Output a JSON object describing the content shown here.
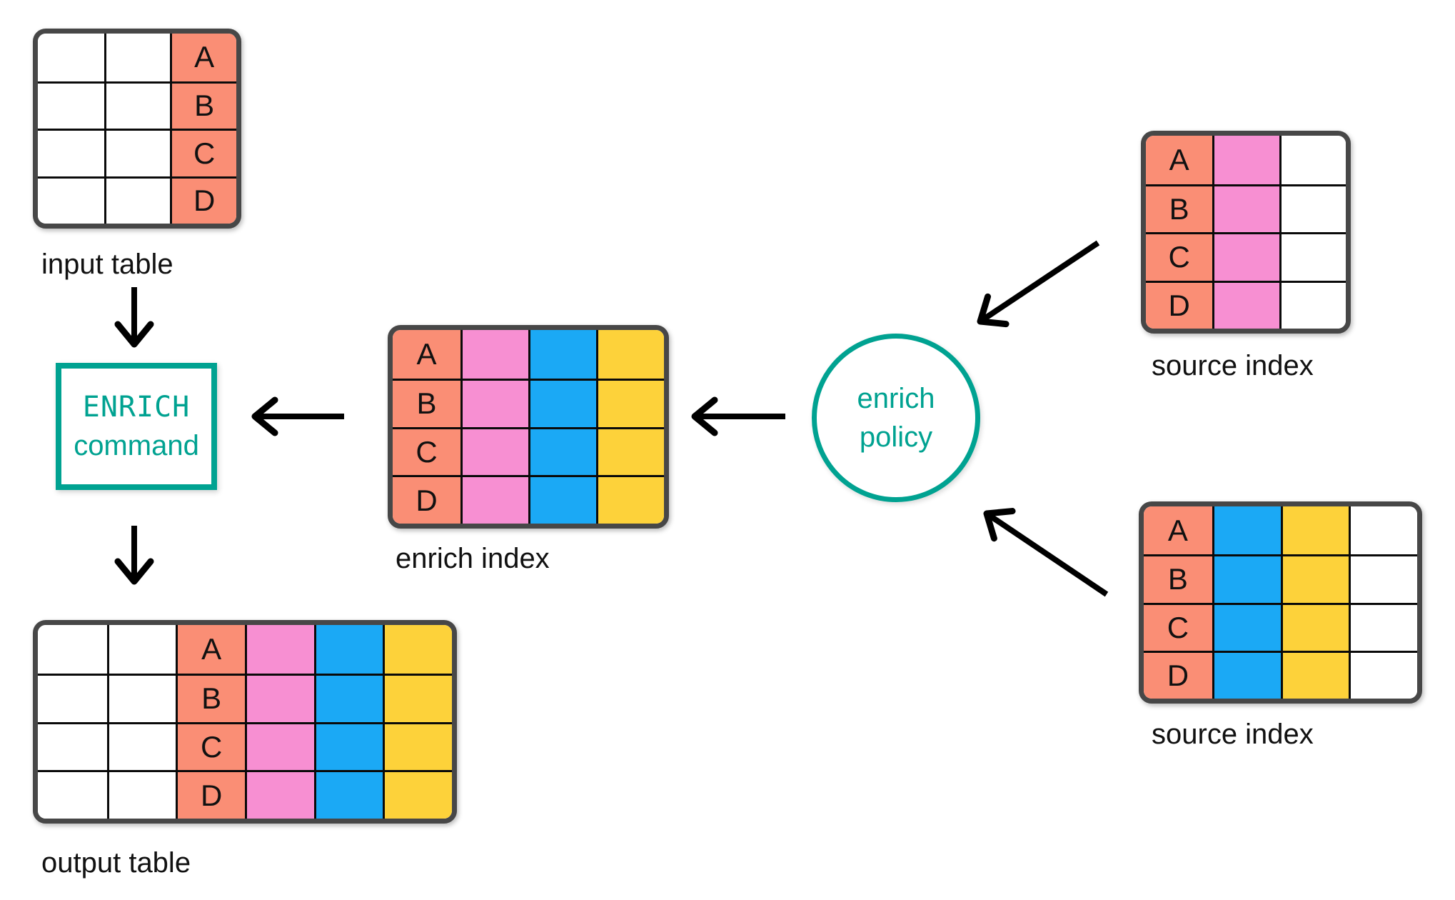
{
  "colors": {
    "salmon": "#FA8E75",
    "pink": "#F78FD2",
    "blue": "#1BA9F5",
    "yellow": "#FDD23A",
    "teal": "#00A291",
    "border": "#474747",
    "grid": "#0A0A0A",
    "arrow": "#000000",
    "white": "#FFFFFF"
  },
  "nodes": {
    "input_table": {
      "label": "input table",
      "rows": [
        "A",
        "B",
        "C",
        "D"
      ],
      "columns": [
        "white",
        "white",
        "salmon"
      ],
      "letter_column": 2
    },
    "enrich_command": {
      "line1": "ENRICH",
      "line2": "command"
    },
    "output_table": {
      "label": "output table",
      "rows": [
        "A",
        "B",
        "C",
        "D"
      ],
      "columns": [
        "white",
        "white",
        "salmon",
        "pink",
        "blue",
        "yellow"
      ],
      "letter_column": 2
    },
    "enrich_index": {
      "label": "enrich index",
      "rows": [
        "A",
        "B",
        "C",
        "D"
      ],
      "columns": [
        "salmon",
        "pink",
        "blue",
        "yellow"
      ],
      "letter_column": 0
    },
    "enrich_policy": {
      "line1": "enrich",
      "line2": "policy"
    },
    "source_index_top": {
      "label": "source index",
      "rows": [
        "A",
        "B",
        "C",
        "D"
      ],
      "columns": [
        "salmon",
        "pink",
        "white"
      ],
      "letter_column": 0
    },
    "source_index_bottom": {
      "label": "source index",
      "rows": [
        "A",
        "B",
        "C",
        "D"
      ],
      "columns": [
        "salmon",
        "blue",
        "yellow",
        "white"
      ],
      "letter_column": 0
    }
  },
  "arrows": [
    {
      "from": "input table",
      "to": "ENRICH command"
    },
    {
      "from": "enrich index",
      "to": "ENRICH command"
    },
    {
      "from": "ENRICH command",
      "to": "output table"
    },
    {
      "from": "enrich policy",
      "to": "enrich index"
    },
    {
      "from": "source index (top)",
      "to": "enrich policy"
    },
    {
      "from": "source index (bottom)",
      "to": "enrich policy"
    }
  ]
}
